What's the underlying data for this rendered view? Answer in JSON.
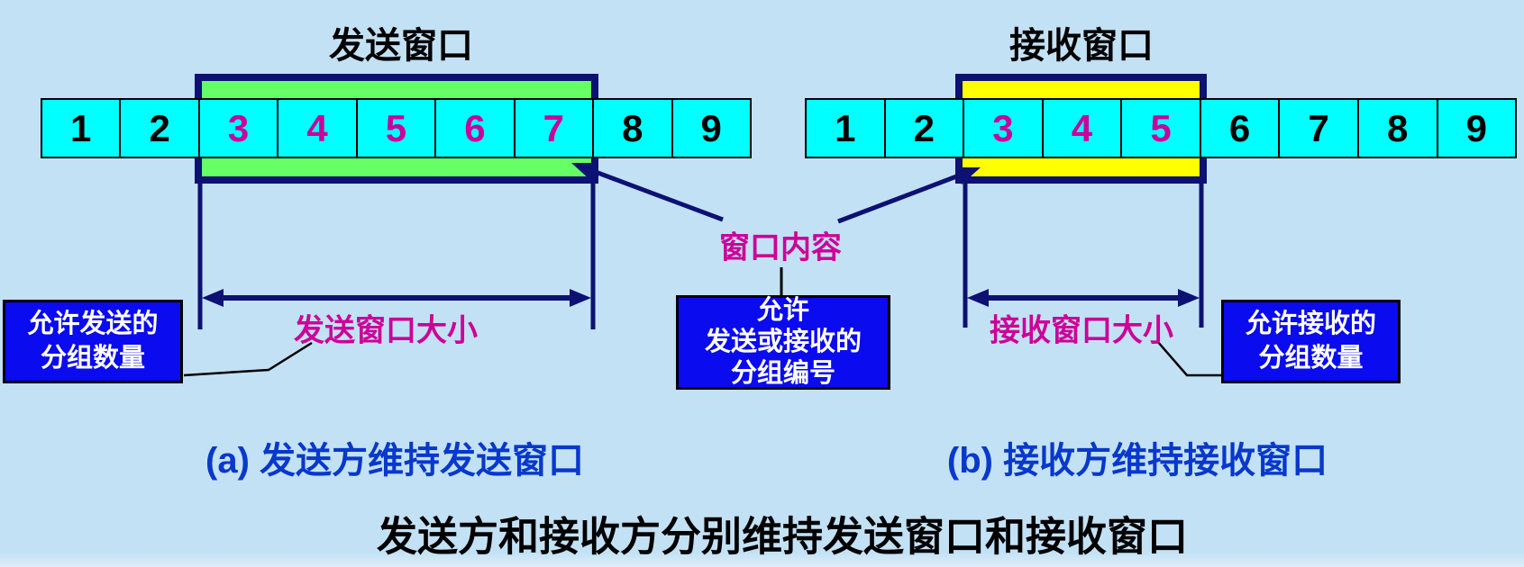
{
  "colors": {
    "bg": "#c3e1f5",
    "cyan": "#00ffff",
    "green": "#66ff66",
    "yellow": "#ffff00",
    "navy": "#0c1173",
    "magenta": "#cc0099",
    "box_blue": "#0b0bef",
    "caption_blue": "#0838cc",
    "black": "#000000",
    "white": "#ffffff"
  },
  "sender": {
    "title": "发送窗口",
    "cells": [
      {
        "value": "1",
        "highlighted": false
      },
      {
        "value": "2",
        "highlighted": false
      },
      {
        "value": "3",
        "highlighted": true
      },
      {
        "value": "4",
        "highlighted": true
      },
      {
        "value": "5",
        "highlighted": true
      },
      {
        "value": "6",
        "highlighted": true
      },
      {
        "value": "7",
        "highlighted": true
      },
      {
        "value": "8",
        "highlighted": false
      },
      {
        "value": "9",
        "highlighted": false
      }
    ],
    "window_start": 3,
    "window_end": 7,
    "size_label": "发送窗口大小",
    "allowed_box": {
      "line1": "允许发送的",
      "line2": "分组数量"
    },
    "caption": "(a) 发送方维持发送窗口"
  },
  "receiver": {
    "title": "接收窗口",
    "cells": [
      {
        "value": "1",
        "highlighted": false
      },
      {
        "value": "2",
        "highlighted": false
      },
      {
        "value": "3",
        "highlighted": true
      },
      {
        "value": "4",
        "highlighted": true
      },
      {
        "value": "5",
        "highlighted": true
      },
      {
        "value": "6",
        "highlighted": false
      },
      {
        "value": "7",
        "highlighted": false
      },
      {
        "value": "8",
        "highlighted": false
      },
      {
        "value": "9",
        "highlighted": false
      }
    ],
    "window_start": 3,
    "window_end": 5,
    "size_label": "接收窗口大小",
    "allowed_box": {
      "line1": "允许接收的",
      "line2": "分组数量"
    },
    "caption": "(b) 接收方维持接收窗口"
  },
  "center": {
    "window_content_label": "窗口内容",
    "allowed_numbers_box": {
      "line1": "允许",
      "line2": "发送或接收的",
      "line3": "分组编号"
    }
  },
  "footer": {
    "title": "发送方和接收方分别维持发送窗口和接收窗口"
  }
}
